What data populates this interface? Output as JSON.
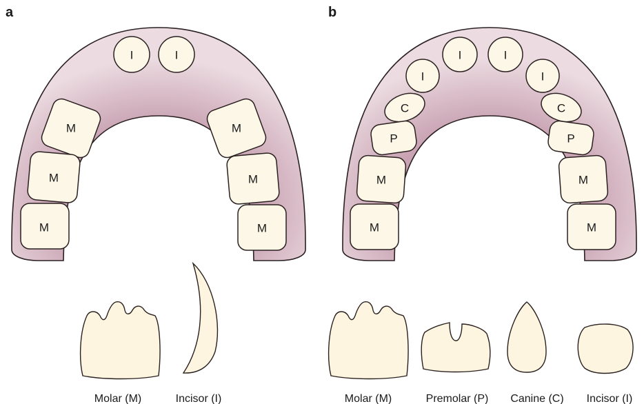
{
  "panels": [
    {
      "label": "a",
      "tooth_letters": {
        "incisor_left": "I",
        "incisor_right": "I",
        "molar_l1": "M",
        "molar_l2": "M",
        "molar_l3": "M",
        "molar_r1": "M",
        "molar_r2": "M",
        "molar_r3": "M"
      },
      "captions": [
        "Molar (M)",
        "Incisor (I)"
      ]
    },
    {
      "label": "b",
      "tooth_letters": {
        "incisor_1": "I",
        "incisor_2": "I",
        "incisor_3": "I",
        "incisor_4": "I",
        "canine_left": "C",
        "canine_right": "C",
        "premolar_left": "P",
        "premolar_right": "P",
        "molar_l1": "M",
        "molar_l2": "M",
        "molar_r1": "M",
        "molar_r2": "M"
      },
      "captions": [
        "Molar (M)",
        "Premolar (P)",
        "Canine (C)",
        "Incisor (I)"
      ]
    }
  ],
  "colors": {
    "arch_outer": "#eadbe0",
    "arch_inner": "#c9a3b3",
    "tooth_fill": "#fdf7e8",
    "outline": "#2a2020"
  }
}
